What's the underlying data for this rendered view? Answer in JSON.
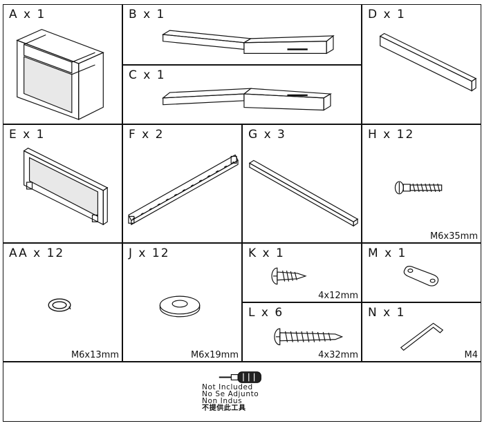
{
  "parts": {
    "A": {
      "label": "A x 1"
    },
    "B": {
      "label": "B x 1"
    },
    "C": {
      "label": "C x 1"
    },
    "D": {
      "label": "D x 1"
    },
    "E": {
      "label": "E x 1"
    },
    "F": {
      "label": "F x 2"
    },
    "G": {
      "label": "G x 3"
    },
    "H": {
      "label": "H x 12",
      "size": "M6x35mm"
    },
    "AA": {
      "label": "AA x 12",
      "size": "M6x13mm"
    },
    "J": {
      "label": "J x 12",
      "size": "M6x19mm"
    },
    "K": {
      "label": "K x 1",
      "size": "4x12mm"
    },
    "M": {
      "label": "M x 1"
    },
    "L": {
      "label": "L x 6",
      "size": "4x32mm"
    },
    "N": {
      "label": "N x 1",
      "size": "M4"
    }
  },
  "tool_note": {
    "line1": "Not Included",
    "line2": "No Se Adjunto",
    "line3": "Non Indus",
    "line4": "不提供此工具"
  }
}
